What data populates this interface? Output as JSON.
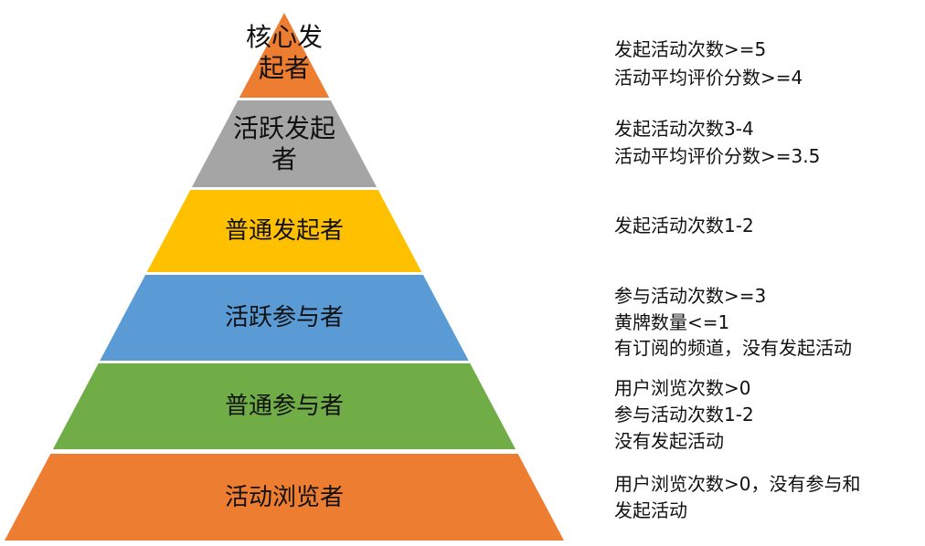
{
  "levels": [
    {
      "label_lines": [
        "核心发",
        "起者"
      ],
      "color": "#ED7D31",
      "criteria": [
        "发起活动次数>=5",
        "活动平均评价分数>=4"
      ]
    },
    {
      "label_lines": [
        "活跃发起",
        "者"
      ],
      "color": "#A5A5A5",
      "criteria": [
        "发起活动次数3-4",
        "活动平均评价分数>=3.5"
      ]
    },
    {
      "label_lines": [
        "普通发起者"
      ],
      "color": "#FFC000",
      "criteria": [
        "发起活动次数1-2"
      ]
    },
    {
      "label_lines": [
        "活跃参与者"
      ],
      "color": "#5B9BD5",
      "criteria": [
        "参与活动次数>=3",
        "黄牌数量<=1",
        "有订阅的频道，没有发起活动"
      ]
    },
    {
      "label_lines": [
        "普通参与者"
      ],
      "color": "#70AD47",
      "criteria": [
        "用户浏览次数>0",
        "参与活动次数1-2",
        "没有发起活动"
      ]
    },
    {
      "label_lines": [
        "活动浏览者"
      ],
      "color": "#ED7D31",
      "criteria": [
        "用户浏览次数>0，没有参与和",
        "发起活动"
      ]
    }
  ]
}
